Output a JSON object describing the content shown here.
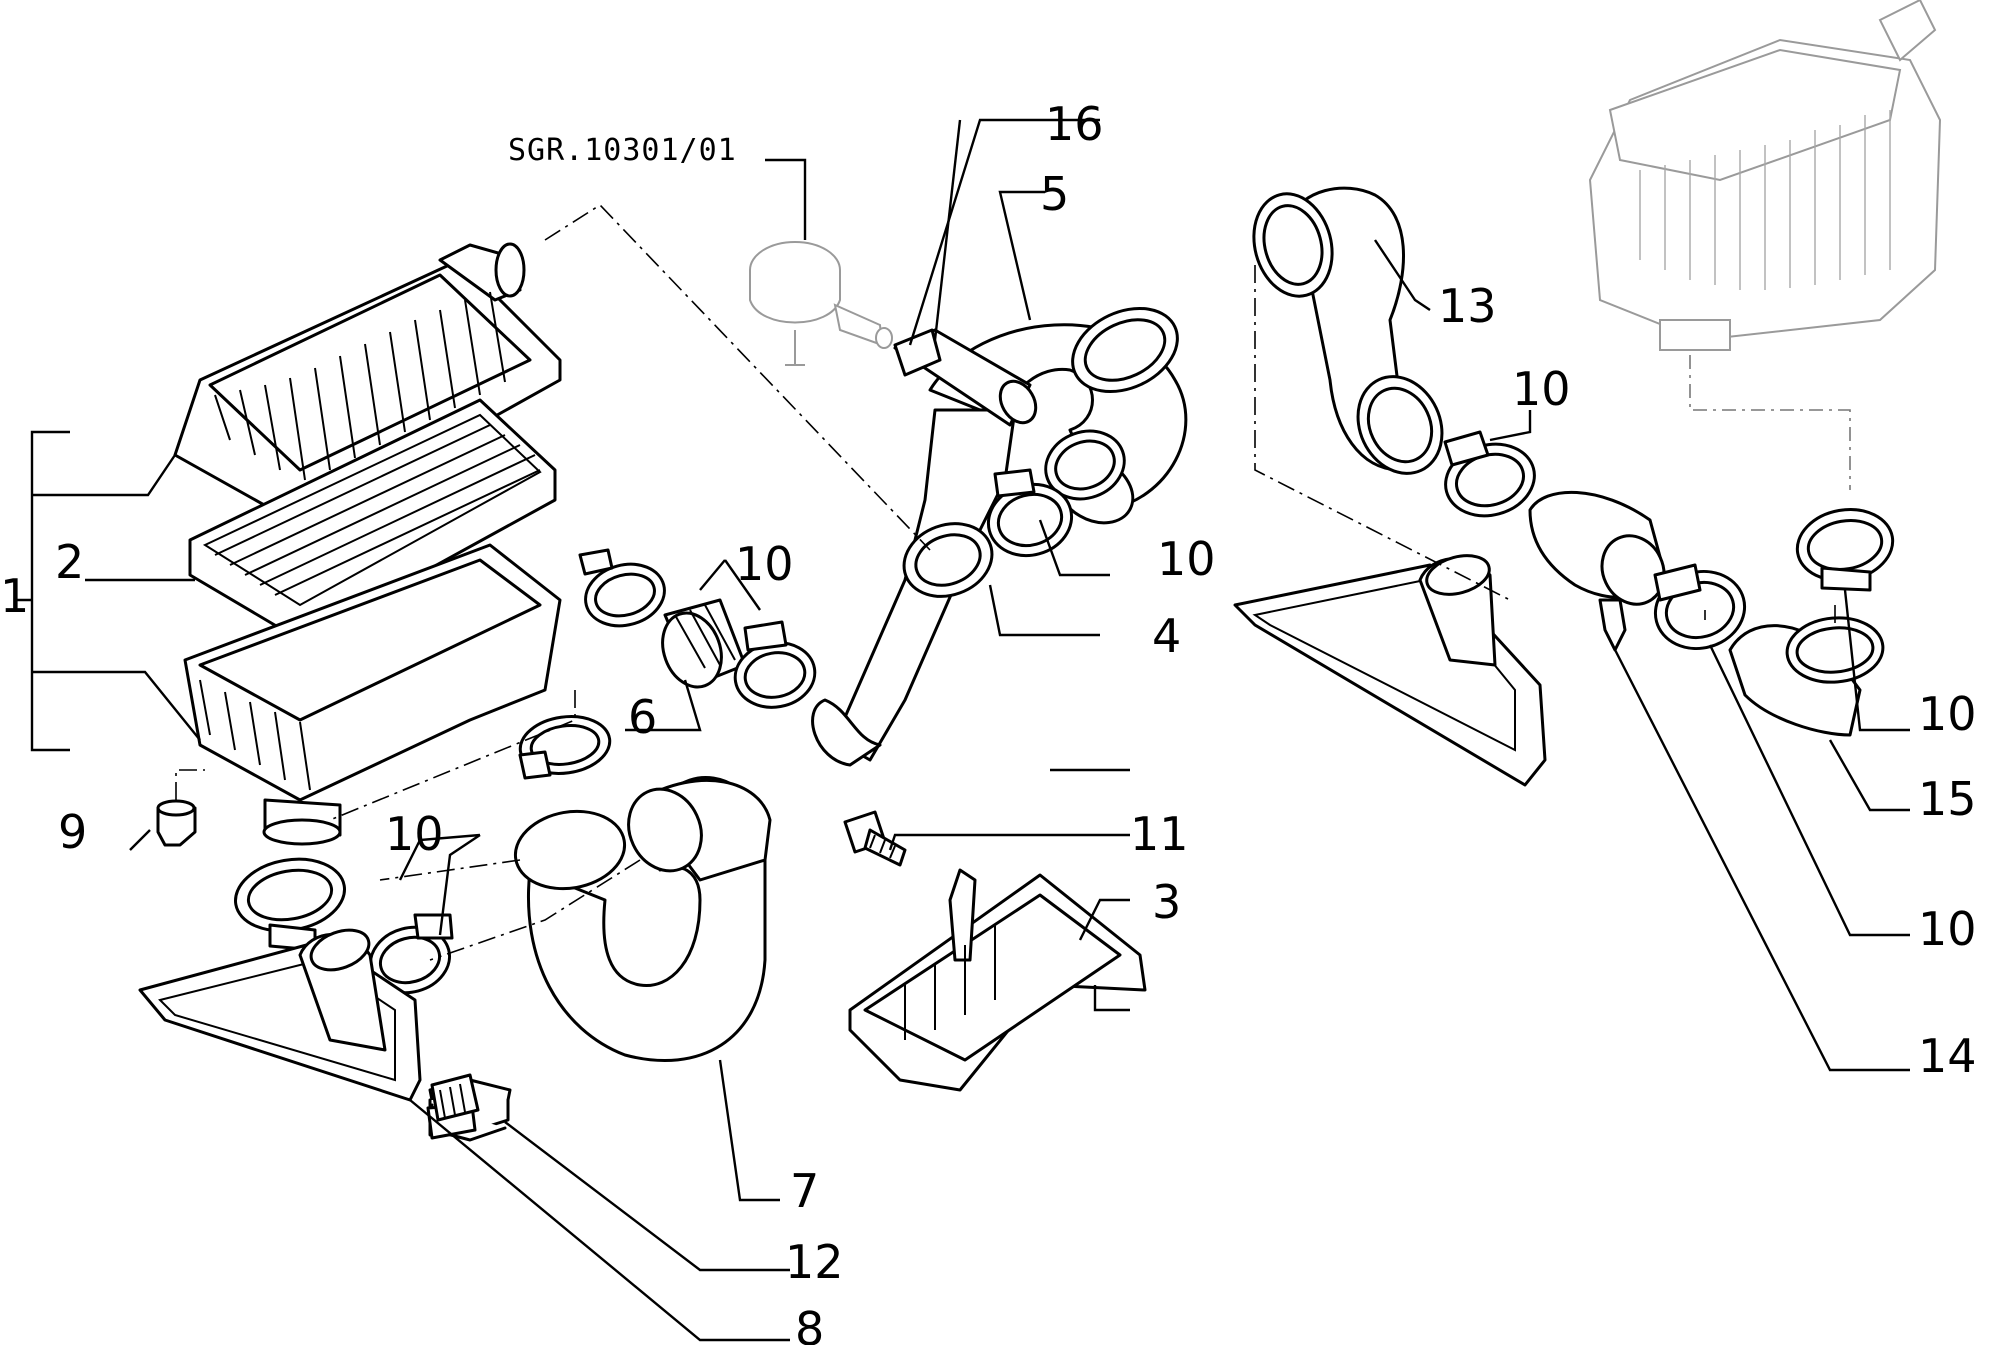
{
  "reference_code": "SGR.10301/01",
  "callouts": {
    "c1": "1",
    "c2": "2",
    "c3": "3",
    "c4": "4",
    "c5": "5",
    "c6": "6",
    "c7": "7",
    "c8": "8",
    "c9": "9",
    "c10a": "10",
    "c10b": "10",
    "c10c": "10",
    "c10d": "10",
    "c10e": "10",
    "c10f": "10",
    "c11": "11",
    "c12": "12",
    "c13": "13",
    "c14": "14",
    "c15": "15",
    "c16": "16"
  }
}
